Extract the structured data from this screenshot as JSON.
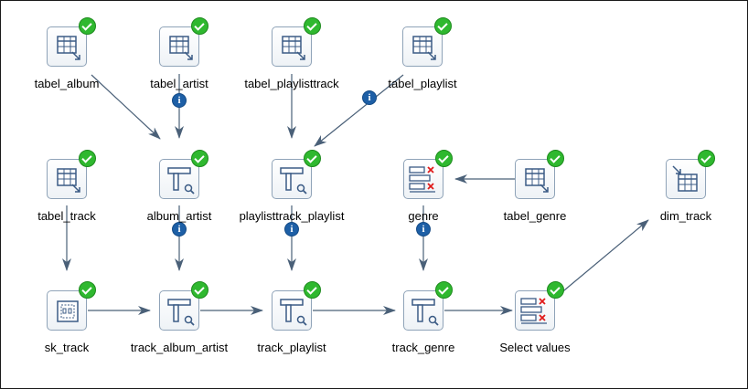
{
  "steps": {
    "tabel_album": "tabel_album",
    "tabel_artist": "tabel_artist",
    "tabel_playlisttrack": "tabel_playlisttrack",
    "tabel_playlist": "tabel_playlist",
    "tabel_track": "tabel_track",
    "album_artist": "album_artist",
    "playlisttrack_playlist": "playlisttrack_playlist",
    "genre": "genre",
    "tabel_genre": "tabel_genre",
    "dim_track": "dim_track",
    "sk_track": "sk_track",
    "track_album_artist": "track_album_artist",
    "track_playlist": "track_playlist",
    "track_genre": "track_genre",
    "select_values": "Select values"
  },
  "info_glyph": "i",
  "colors": {
    "hop": "#4a6078",
    "info": "#1d5fa6",
    "ok": "#2fb82f",
    "icon_blue": "#3b5b85",
    "delete_red": "#e01a1a"
  }
}
